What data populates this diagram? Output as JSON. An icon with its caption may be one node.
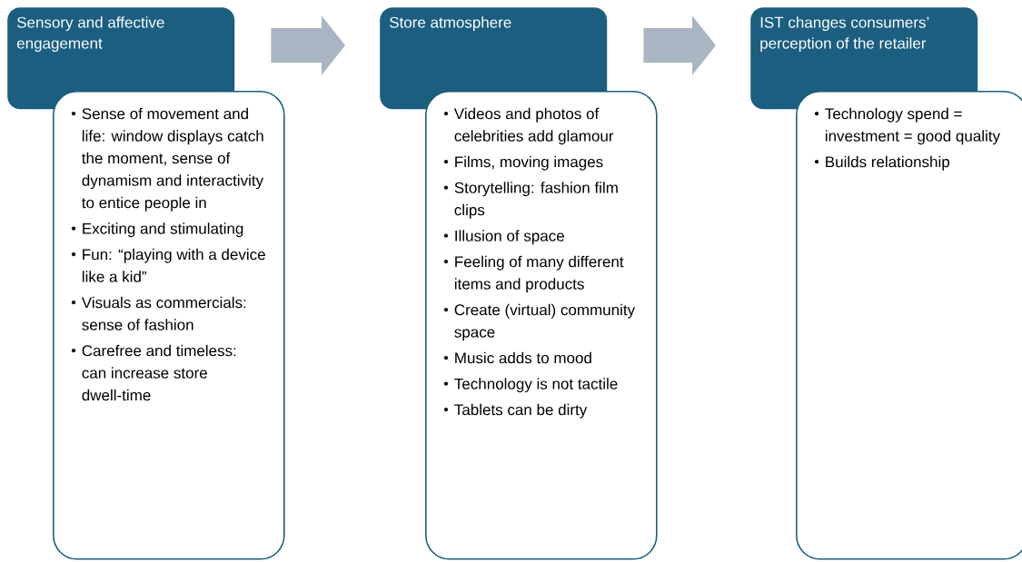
{
  "diagram": {
    "nodes": [
      {
        "text": [
          "Sensory and affective engagement"
        ]
      },
      {
        "text": [
          "Sense of movement and life: window displays catch the moment, sense of dynamism and interactivity to entice people in",
          "Exciting and stimulating",
          "Fun: “playing with a device like a kid”",
          "Visuals as commercials: sense of fashion",
          "Carefree and timeless: can increase store dwell-time"
        ]
      },
      {
        "text": [
          "Store atmosphere"
        ]
      },
      {
        "text": [
          "Videos and photos of celebrities add glamour",
          "Films, moving images",
          "Storytelling: fashion film clips",
          "Illusion of space",
          "Feeling of many different items and products",
          "Create (virtual) community space",
          "Music adds to mood",
          "Technology is not tactile",
          "Tablets can be dirty"
        ]
      },
      {
        "text": [
          "IST changes consumers’ perception of the retailer"
        ]
      },
      {
        "text": [
          "Technology spend = investment = good quality",
          "Builds relationship"
        ]
      }
    ],
    "edges": [
      {
        "from": 0,
        "to": 2,
        "arrow": "to"
      },
      {
        "from": 2,
        "to": 4,
        "arrow": "to"
      }
    ]
  }
}
